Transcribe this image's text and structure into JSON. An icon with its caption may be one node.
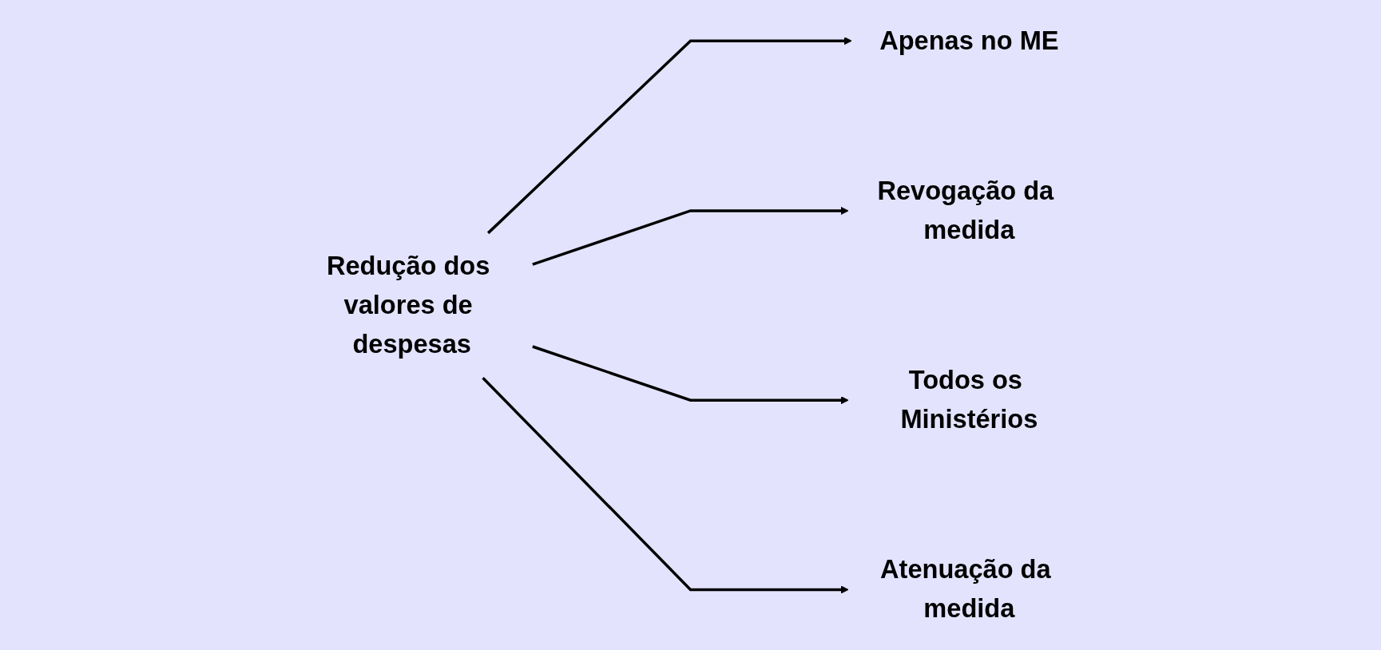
{
  "diagram": {
    "nodes": [
      {
        "text": [
          "Redução dos valores de despesas"
        ]
      },
      {
        "text": [
          "Apenas no ME"
        ]
      },
      {
        "text": [
          "Revogação da medida"
        ]
      },
      {
        "text": [
          "Todos os Ministérios"
        ]
      },
      {
        "text": [
          "Atenuação da medida"
        ]
      }
    ],
    "edges": [
      {
        "from": 0,
        "to": 1,
        "arrow": "to"
      },
      {
        "from": 0,
        "to": 2,
        "arrow": "to"
      },
      {
        "from": 0,
        "to": 3,
        "arrow": "to"
      },
      {
        "from": 0,
        "to": 4,
        "arrow": "to"
      }
    ]
  }
}
